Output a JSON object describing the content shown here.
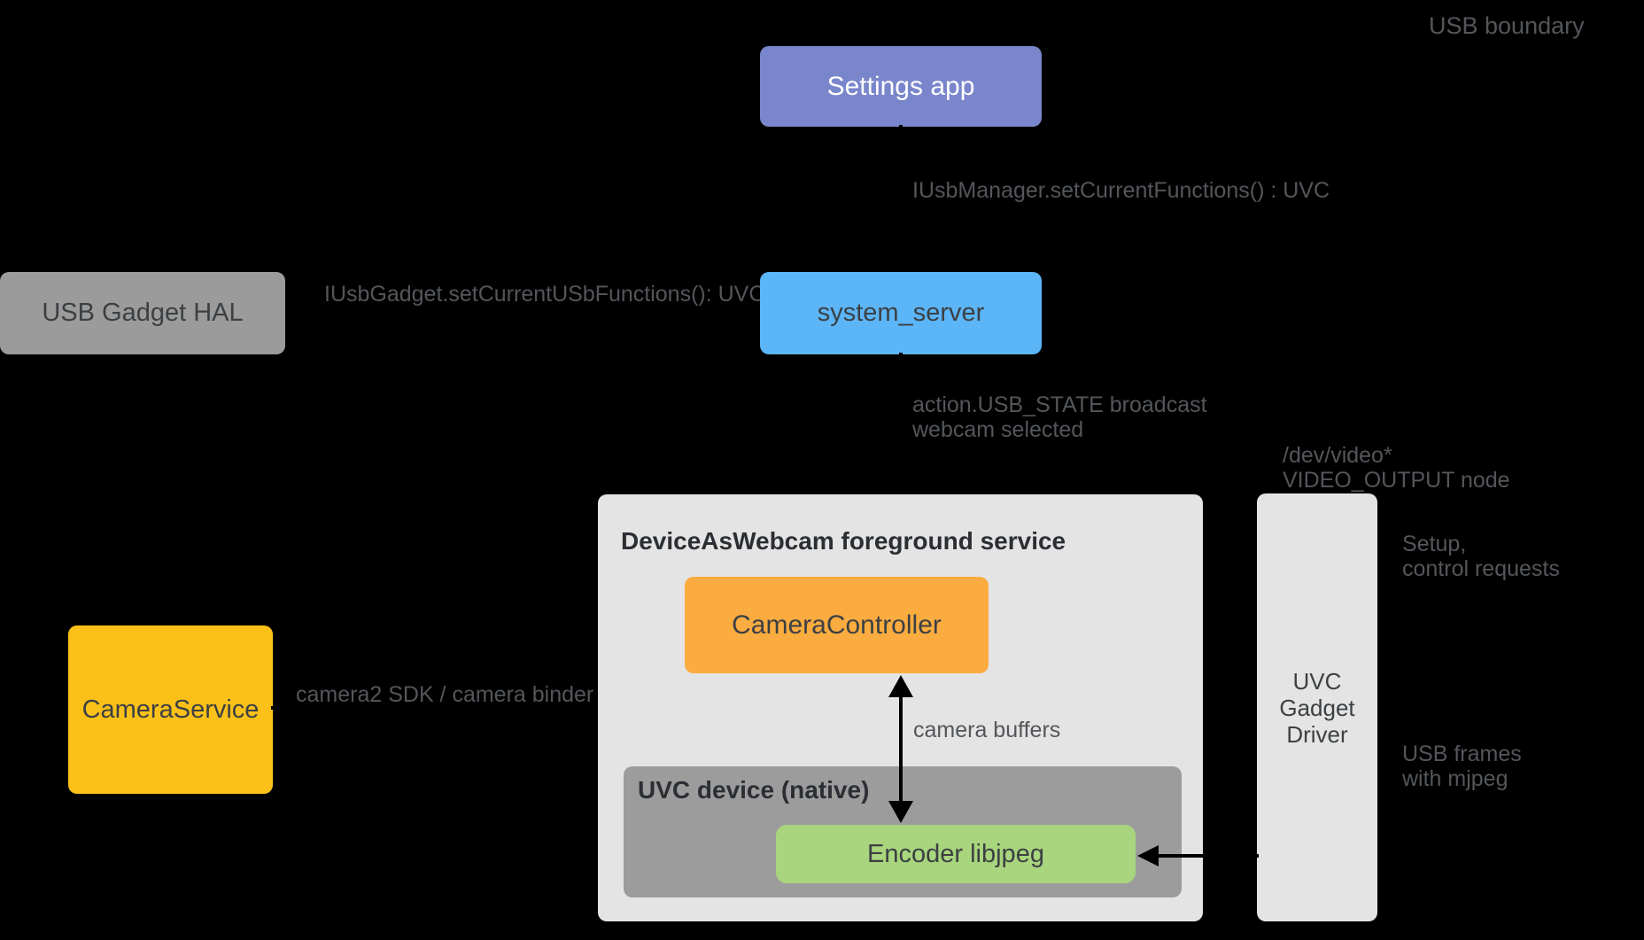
{
  "colors": {
    "background": "#000000",
    "settings_app": "#7A86CB",
    "system_server": "#5BB5F7",
    "usb_gadget_hal": "#9B9B9B",
    "service_container": "#E4E4E4",
    "uvc_gadget_driver": "#E4E4E4",
    "uvc_device_native": "#9C9C9C",
    "encoder": "#A8D57D",
    "camera_controller": "#FBAC40",
    "camera_service": "#FCC119",
    "arrow": "#000000",
    "label_text": "#53565A",
    "box_text": "#3C4043"
  },
  "nodes": {
    "settings_app": {
      "label": "Settings app"
    },
    "usb_gadget_hal": {
      "label": "USB Gadget HAL"
    },
    "system_server": {
      "label": "system_server"
    },
    "foreground_service": {
      "label": "DeviceAsWebcam foreground service"
    },
    "camera_controller": {
      "label": "CameraController"
    },
    "uvc_device_native": {
      "label": "UVC device (native)"
    },
    "encoder": {
      "label": "Encoder libjpeg"
    },
    "camera_service": {
      "label": "CameraService"
    },
    "uvc_gadget_driver": {
      "line1": "UVC",
      "line2": "Gadget",
      "line3": "Driver"
    }
  },
  "labels": {
    "usb_boundary": "USB boundary",
    "iusbmanager": "IUsbManager.setCurrentFunctions() : UVC",
    "iusbgadget": "IUsbGadget.setCurrentUSbFunctions(): UVC",
    "usb_state": {
      "line1": "action.USB_STATE broadcast",
      "line2": "webcam selected"
    },
    "dev_video": {
      "line1": "/dev/video*",
      "line2": "VIDEO_OUTPUT node"
    },
    "setup": {
      "line1": "Setup,",
      "line2": "control requests"
    },
    "camera2": "camera2 SDK / camera binder",
    "camera_buffers": "camera buffers",
    "usb_frames": {
      "line1": "USB frames",
      "line2": "with mjpeg"
    }
  }
}
